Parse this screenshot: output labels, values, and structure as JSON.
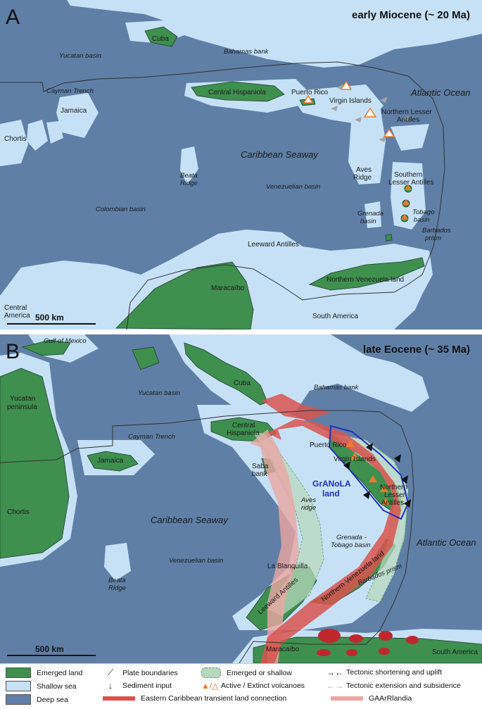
{
  "colors": {
    "deep_sea": "#5f7fa6",
    "shallow_sea": "#c6e1f6",
    "land": "#3f8f4f",
    "land_stroke": "#1f3f25",
    "boundary": "#333333",
    "transient": "#d9534f",
    "gaarlandia": "#eaa6a3",
    "volcano": "#f07a2a",
    "granola": "#1f2fbf"
  },
  "panel_a": {
    "letter": "A",
    "title": "early Miocene (~ 20 Ma)",
    "scale": "500 km",
    "labels": {
      "cuba": "Cuba",
      "yucatan_basin": "Yucatan basin",
      "bahamas_bank": "Bahamas bank",
      "cayman_trench": "Cayman Trench",
      "central_hispaniola": "Central Hispaniola",
      "puerto_rico": "Puerto Rico",
      "virgin_islands": "Virgin Islands",
      "atlantic_ocean": "Atlantic Ocean",
      "northern_lesser_antilles_1": "Northern Lesser",
      "northern_lesser_antilles_2": "Antilles",
      "jamaica": "Jamaica",
      "chortis": "Chortis",
      "caribbean_seaway": "Caribbean Seaway",
      "beata_ridge_1": "Beata",
      "beata_ridge_2": "Ridge",
      "aves_ridge_1": "Aves",
      "aves_ridge_2": "Ridge",
      "southern_lesser_antilles_1": "Southern",
      "southern_lesser_antilles_2": "Lesser Antilles",
      "venezuelian_basin": "Venezuelian basin",
      "colombian_basin": "Colombian basin",
      "grenada_basin_1": "Grenada",
      "grenada_basin_2": "basin",
      "tobago_basin_1": "Tobago",
      "tobago_basin_2": "basin",
      "barbados_prism_1": "Barbados",
      "barbados_prism_2": "prism",
      "leeward_antilles": "Leeward Antilles",
      "northern_venezuela_land": "Northern Venezuela land",
      "maracaibo": "Maracaïbo",
      "central_america_1": "Central",
      "central_america_2": "America",
      "south_america": "South America"
    }
  },
  "panel_b": {
    "letter": "B",
    "title": "late Eocene (~ 35 Ma)",
    "scale": "500 km",
    "labels": {
      "gulf_of_mexico": "Gulf of Mexico",
      "yucatan_peninsula_1": "Yucatan",
      "yucatan_peninsula_2": "peninsula",
      "yucatan_basin": "Yucatan basin",
      "cuba": "Cuba",
      "bahamas_bank": "Bahamas bank",
      "cayman_trench": "Cayman Trench",
      "central_hispaniola_1": "Central",
      "central_hispaniola_2": "Hispaniola",
      "puerto_rico": "Puerto Rico",
      "virgin_islands": "Virgin Islands",
      "granola_1": "GrANoLA",
      "granola_2": "land",
      "northern_lesser_antilles_1": "Northern",
      "northern_lesser_antilles_2": "Lesser",
      "northern_lesser_antilles_3": "Antilles",
      "jamaica": "Jamaica",
      "saba_bank_1": "Saba",
      "saba_bank_2": "bank",
      "chortis": "Chortis",
      "caribbean_seaway": "Caribbean Seaway",
      "aves_ridge_1": "Aves",
      "aves_ridge_2": "ridge",
      "grenada_tobago_basin_1": "Grenada -",
      "grenada_tobago_basin_2": "Tobago basin",
      "atlantic_ocean": "Atlantic Ocean",
      "venezuelian_basin": "Venezuelian basin",
      "la_blanquilla": "La Blanquilla",
      "beata_ridge_1": "Beata",
      "beata_ridge_2": "Ridge",
      "barbados_prism": "Barbados prism",
      "leeward_antilles": "Leeward Antilles",
      "northern_venezuela_land": "Northern Venezuela land",
      "maracaibo": "Maracaïbo",
      "south_america": "South America"
    }
  },
  "legend": {
    "emerged_land": "Emerged land",
    "shallow_sea": "Shallow sea",
    "deep_sea": "Deep sea",
    "plate_boundaries": "Plate boundaries",
    "sediment_input": "Sediment input",
    "emerged_or_shallow": "Emerged or shallow",
    "volcanoes": "Active / Extinct volcanoes",
    "tectonic_shortening": "Tectonic shortening and uplift",
    "tectonic_extension": "Tectonic extension and subsidence",
    "transient_connection": "Eastern Caribbean transient land connection",
    "gaarlandia": "GAArRlandia"
  }
}
